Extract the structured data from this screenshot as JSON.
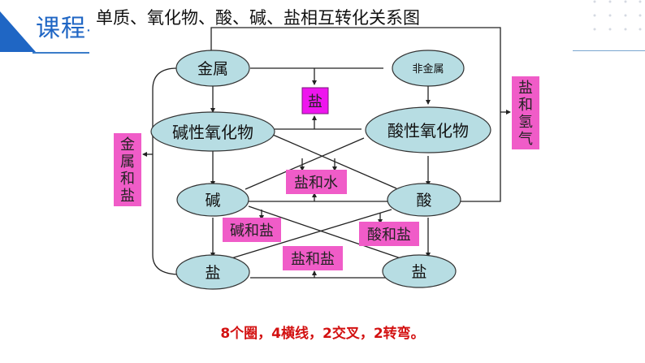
{
  "header": {
    "title": "课程导"
  },
  "diagram": {
    "title": "单质、氧化物、酸、碱、盐相互转化关系图",
    "nodes": {
      "metal": "金属",
      "nonmetal": "非金属",
      "basic_oxide": "碱性氧化物",
      "acidic_oxide": "酸性氧化物",
      "base": "碱",
      "acid": "酸",
      "salt_left": "盐",
      "salt_right": "盐"
    },
    "products": {
      "salt_top": "盐",
      "salt_and_water": "盐和水",
      "base_and_salt": "碱和盐",
      "acid_and_salt": "酸和盐",
      "salt_and_salt": "盐和盐",
      "metal_and_salt": [
        "金",
        "属",
        "和",
        "盐"
      ],
      "salt_and_hydrogen": [
        "盐",
        "和",
        "氢",
        "气"
      ]
    },
    "colors": {
      "ellipse_fill": "#b7dde3",
      "product_fill": "#f05cc8",
      "salt_top_fill": "#ee16ee"
    }
  },
  "footer": {
    "note": "8个圈，4横线，2交叉，2转弯。"
  }
}
